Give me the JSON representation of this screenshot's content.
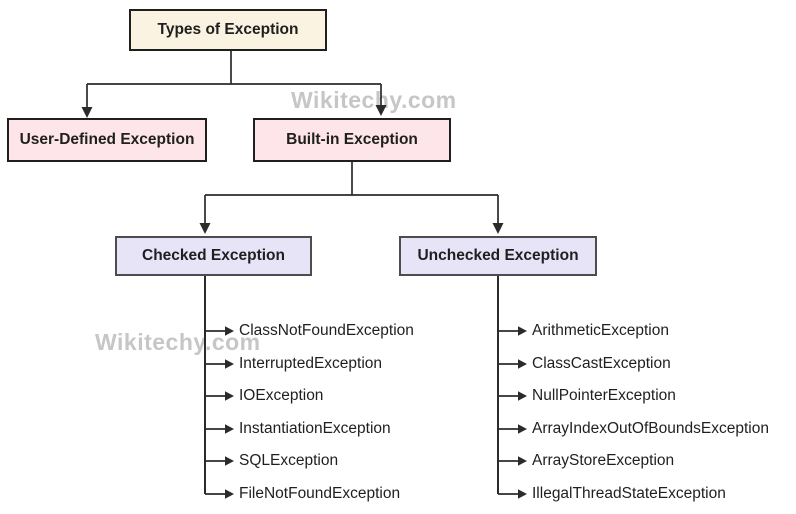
{
  "diagram": {
    "root": {
      "label": "Types of Exception"
    },
    "level2": [
      {
        "label": "User-Defined Exception"
      },
      {
        "label": "Built-in Exception"
      }
    ],
    "level3": [
      {
        "label": "Checked Exception",
        "items": [
          "ClassNotFoundException",
          "InterruptedException",
          "IOException",
          "InstantiationException",
          "SQLException",
          "FileNotFoundException"
        ]
      },
      {
        "label": "Unchecked Exception",
        "items": [
          "ArithmeticException",
          "ClassCastException",
          "NullPointerException",
          "ArrayIndexOutOfBoundsException",
          "ArrayStoreException",
          "IllegalThreadStateException"
        ]
      }
    ]
  },
  "watermarks": [
    {
      "text": "Wikitechy.com"
    },
    {
      "text": "Wikitechy.com"
    }
  ],
  "colors": {
    "background": "#ffffff",
    "root_fill": "#fbf3e1",
    "level2_fill": "#fde5e9",
    "level3_fill": "#e7e4f8",
    "box_border": "#1f1f1f",
    "level3_border": "#4d4d4d",
    "line": "#2b2b2b",
    "text": "#1f1f1f",
    "watermark": "#c6c6c6"
  }
}
